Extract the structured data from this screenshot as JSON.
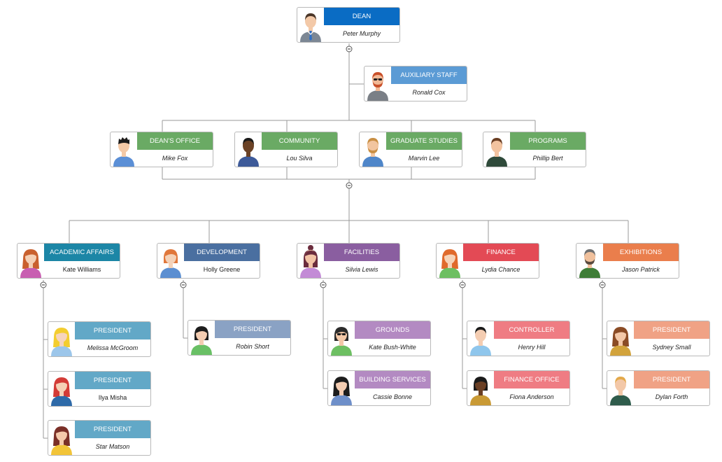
{
  "colors": {
    "connector": "#9a9a9a",
    "card_border": "#b9b9b9"
  },
  "nodes": {
    "dean": {
      "title": "DEAN",
      "name": "Peter Murphy",
      "color": "#0a6cc4",
      "avatar": "man-suit"
    },
    "auxiliary_staff": {
      "title": "AUXILIARY STAFF",
      "name": "Ronald Cox",
      "color": "#5b9bd5",
      "avatar": "man-ginger-sunglasses"
    },
    "deans_office": {
      "title": "DEAN'S OFFICE",
      "name": "Mike Fox",
      "color": "#6aaa64",
      "avatar": "man-black-hair"
    },
    "community": {
      "title": "COMMUNITY",
      "name": "Lou Silva",
      "color": "#6aaa64",
      "avatar": "man-dark-skin"
    },
    "graduate_studies": {
      "title": "GRADUATE STUDIES",
      "name": "Marvin Lee",
      "color": "#6aaa64",
      "avatar": "man-beard-blond"
    },
    "programs": {
      "title": "PROGRAMS",
      "name": "Phillip Bert",
      "color": "#6aaa64",
      "avatar": "man-brown-hair"
    },
    "academic_affairs": {
      "title": "ACADEMIC AFFAIRS",
      "name": "Kate Williams",
      "color": "#1c86a6",
      "avatar": "woman-auburn"
    },
    "development": {
      "title": "DEVELOPMENT",
      "name": "Holly Greene",
      "color": "#4a6fa0",
      "avatar": "woman-orange-bob"
    },
    "facilities": {
      "title": "FACILITIES",
      "name": "Silvia Lewis",
      "color": "#8a5ea0",
      "avatar": "woman-bun"
    },
    "finance": {
      "title": "FINANCE",
      "name": "Lydia Chance",
      "color": "#e34a55",
      "avatar": "woman-red-hair"
    },
    "exhibitions": {
      "title": "EXHIBITIONS",
      "name": "Jason Patrick",
      "color": "#ea7e4c",
      "avatar": "man-grey-beard"
    },
    "aa_president_1": {
      "title": "PRESIDENT",
      "name": "Melissa McGroom",
      "color": "#62a8c7",
      "avatar": "woman-blonde"
    },
    "aa_president_2": {
      "title": "PRESIDENT",
      "name": "Ilya Misha",
      "color": "#62a8c7",
      "avatar": "woman-red-long"
    },
    "aa_president_3": {
      "title": "PRESIDENT",
      "name": "Star Matson",
      "color": "#62a8c7",
      "avatar": "woman-brown-long"
    },
    "dev_president": {
      "title": "PRESIDENT",
      "name": "Robin Short",
      "color": "#8aa2c4",
      "avatar": "woman-black-short"
    },
    "grounds": {
      "title": "GROUNDS",
      "name": "Kate Bush-White",
      "color": "#b38ac2",
      "avatar": "woman-sunglasses"
    },
    "building_services": {
      "title": "BUILDING SERVICES",
      "name": "Cassie Bonne",
      "color": "#b38ac2",
      "avatar": "woman-black-long"
    },
    "controller": {
      "title": "CONTROLLER",
      "name": "Henry Hill",
      "color": "#ef7c83",
      "avatar": "man-black-short"
    },
    "finance_office": {
      "title": "FINANCE OFFICE",
      "name": "Fiona Anderson",
      "color": "#ef7c83",
      "avatar": "woman-dark-skin"
    },
    "ex_president_1": {
      "title": "PRESIDENT",
      "name": "Sydney Small",
      "color": "#f0a285",
      "avatar": "woman-brown-mid"
    },
    "ex_president_2": {
      "title": "PRESIDENT",
      "name": "Dylan Forth",
      "color": "#f0a285",
      "avatar": "man-blond-green"
    }
  }
}
